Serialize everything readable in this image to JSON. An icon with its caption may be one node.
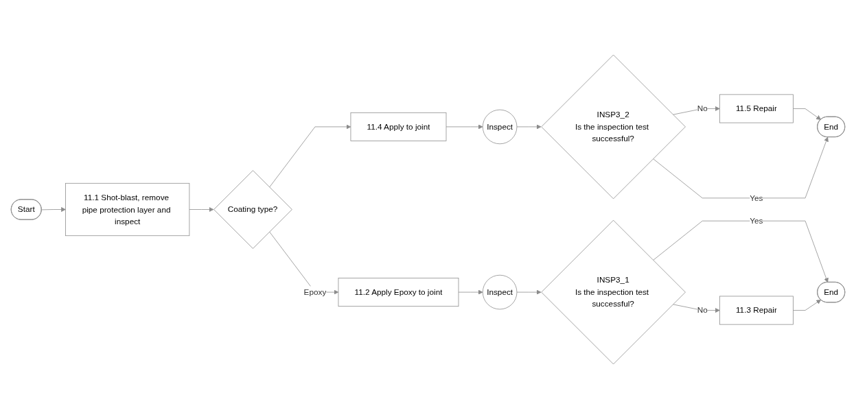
{
  "diagram": {
    "nodes": [
      {
        "text": [
          "Start"
        ]
      },
      {
        "text": [
          "11.1 Shot-blast, remove pipe protection layer and inspect"
        ]
      },
      {
        "text": [
          "Coating type?"
        ]
      },
      {
        "text": [
          "11.4 Apply to joint"
        ]
      },
      {
        "text": [
          "Inspect"
        ]
      },
      {
        "text": [
          "INSP3_2",
          "Is the inspection test successful?"
        ]
      },
      {
        "text": [
          "11.5 Repair"
        ]
      },
      {
        "text": [
          "End"
        ]
      },
      {
        "text": [
          "11.2 Apply Epoxy to joint"
        ]
      },
      {
        "text": [
          "Inspect"
        ]
      },
      {
        "text": [
          "INSP3_1",
          "Is the inspection test successful?"
        ]
      },
      {
        "text": [
          "End"
        ]
      },
      {
        "text": [
          "11.3 Repair"
        ]
      }
    ],
    "edges": [
      {
        "from": 0,
        "to": 1,
        "arrow": "to"
      },
      {
        "from": 1,
        "to": 2,
        "arrow": "to"
      },
      {
        "from": 2,
        "to": 3,
        "arrow": "to"
      },
      {
        "from": 3,
        "to": 4,
        "arrow": "to"
      },
      {
        "from": 4,
        "to": 5,
        "arrow": "to"
      },
      {
        "from": 5,
        "to": 6,
        "label": "No",
        "arrow": "to"
      },
      {
        "from": 6,
        "to": 7,
        "arrow": "to"
      },
      {
        "from": 5,
        "to": 7,
        "label": "Yes",
        "arrow": "to"
      },
      {
        "from": 2,
        "to": 8,
        "label": "Epoxy",
        "arrow": "to"
      },
      {
        "from": 8,
        "to": 9,
        "arrow": "to"
      },
      {
        "from": 9,
        "to": 10,
        "arrow": "to"
      },
      {
        "from": 10,
        "to": 11,
        "label": "Yes",
        "arrow": "to"
      },
      {
        "from": 10,
        "to": 12,
        "label": "No",
        "arrow": "to"
      },
      {
        "from": 12,
        "to": 11,
        "arrow": "to"
      }
    ]
  }
}
